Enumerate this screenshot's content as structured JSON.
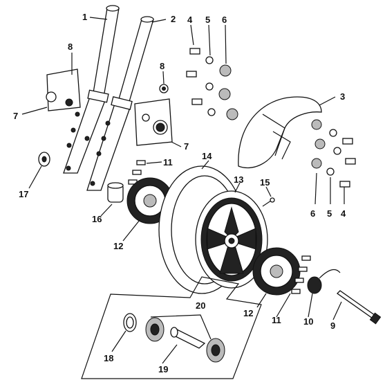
{
  "diagram": {
    "labels": {
      "fork_right": "1",
      "fork_left": "2",
      "fender": "3",
      "bolt_top": "4",
      "washer_top": "5",
      "clip_top": "6",
      "cap_left": "7",
      "cap_right": "7",
      "bracket_left": "8",
      "bracket_right": "8",
      "axle": "9",
      "collar": "10",
      "disc_bolts_left": "11",
      "disc_bolts_right": "11",
      "disc_left": "12",
      "disc_right": "12",
      "rim": "13",
      "tire": "14",
      "valve": "15",
      "spacer": "16",
      "axle_nut": "17",
      "dust_seal": "18",
      "bearing_spacer": "19",
      "bearing_group": "20",
      "clip_bottom": "6",
      "washer_bottom": "5",
      "bolt_bottom": "4"
    }
  }
}
